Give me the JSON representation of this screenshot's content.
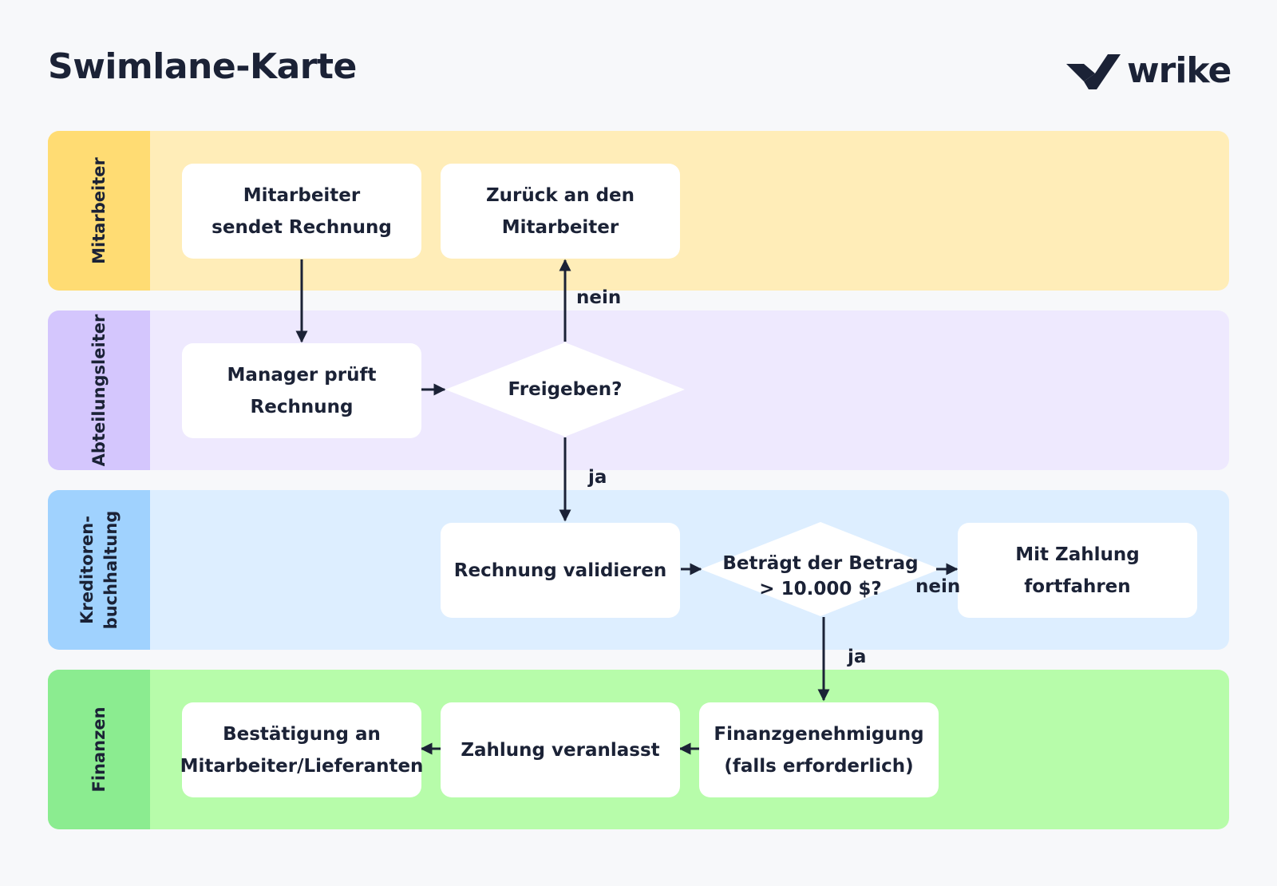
{
  "title": "Swimlane-Karte",
  "logo": {
    "text": "wrike",
    "icon": "wrike-checkmark-logo"
  },
  "colors": {
    "mitarbeiter": {
      "lane": "#ffedb8",
      "head": "#ffdc73"
    },
    "abteilungsleiter": {
      "lane": "#eee9fe",
      "head": "#d4c6fd"
    },
    "kreditoren": {
      "lane": "#ddeeff",
      "head": "#a0d2fe"
    },
    "finanzen": {
      "lane": "#b7fcaa",
      "head": "#8bec90"
    },
    "text": "#1b2236"
  },
  "lanes": {
    "mitarbeiter": "Mitarbeiter",
    "abteilungsleiter": "Abteilungsleiter",
    "kreditoren": "Kreditoren-\nbuchhaltung",
    "finanzen": "Finanzen"
  },
  "nodes": {
    "sendet_rechnung": "Mitarbeiter\nsendet Rechnung",
    "zurueck": "Zurück an den\nMitarbeiter",
    "manager_prueft": "Manager prüft\nRechnung",
    "freigeben": "Freigeben?",
    "validieren": "Rechnung validieren",
    "betrag": "Beträgt der Betrag\n> 10.000 $?",
    "fortfahren": "Mit Zahlung\nfortfahren",
    "finanzgenehmigung": "Finanzgenehmigung\n(falls erforderlich)",
    "zahlung": "Zahlung veranlasst",
    "bestaetigung": "Bestätigung an\nMitarbeiter/Lieferanten"
  },
  "edge_labels": {
    "freigeben_nein": "nein",
    "freigeben_ja": "ja",
    "betrag_nein": "nein",
    "betrag_ja": "ja"
  }
}
